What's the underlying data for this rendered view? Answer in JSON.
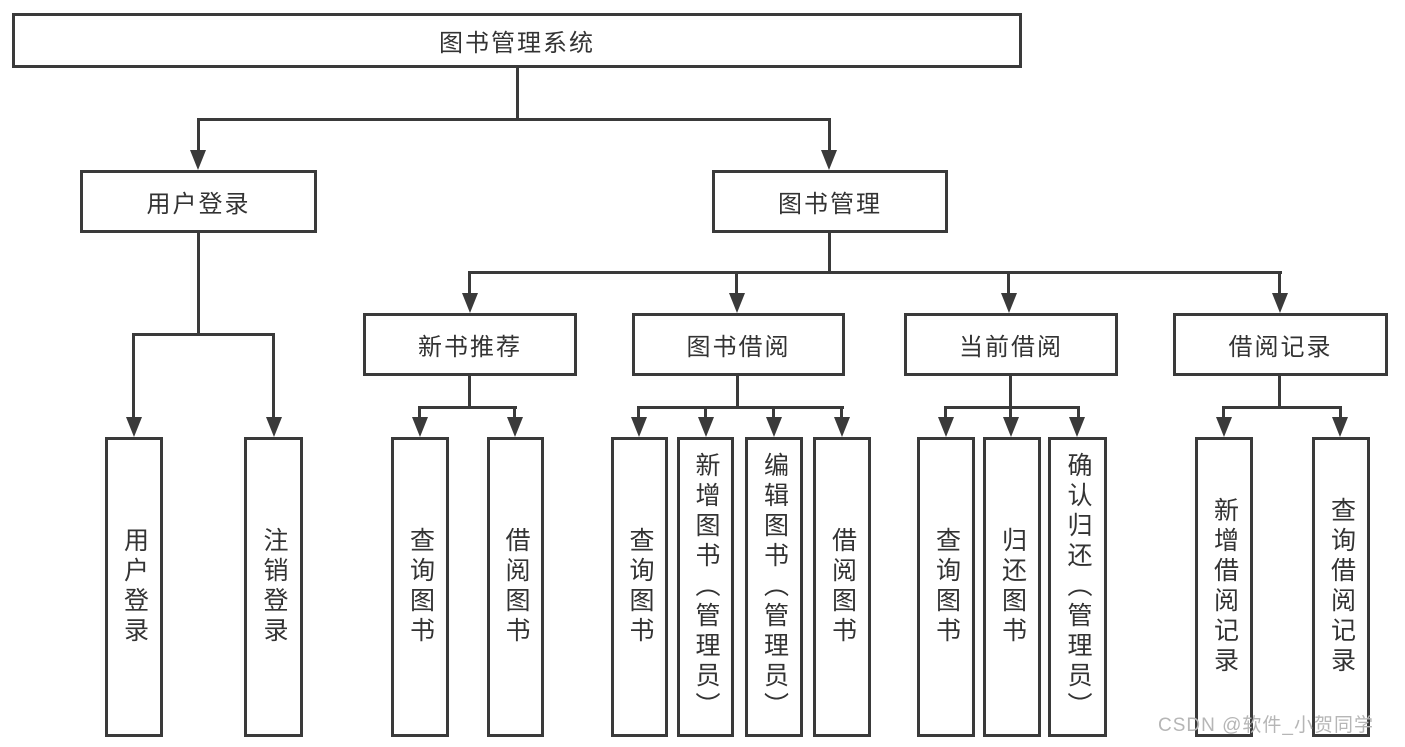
{
  "title": "图书管理系统",
  "tree": {
    "label": "图书管理系统",
    "children": [
      {
        "label": "用户登录",
        "children": [
          {
            "label": "用户登录"
          },
          {
            "label": "注销登录"
          }
        ]
      },
      {
        "label": "图书管理",
        "children": [
          {
            "label": "新书推荐",
            "children": [
              {
                "label": "查询图书"
              },
              {
                "label": "借阅图书"
              }
            ]
          },
          {
            "label": "图书借阅",
            "children": [
              {
                "label": "查询图书"
              },
              {
                "label": "新增图书（管理员）"
              },
              {
                "label": "编辑图书（管理员）"
              },
              {
                "label": "借阅图书"
              }
            ]
          },
          {
            "label": "当前借阅",
            "children": [
              {
                "label": "查询图书"
              },
              {
                "label": "归还图书"
              },
              {
                "label": "确认归还（管理员）"
              }
            ]
          },
          {
            "label": "借阅记录",
            "children": [
              {
                "label": "新增借阅记录"
              },
              {
                "label": "查询借阅记录"
              }
            ]
          }
        ]
      }
    ]
  },
  "watermark": {
    "text": "CSDN @软件_小贺同学",
    "color": "#b6b6b6"
  },
  "colors": {
    "line": "#3a3a3a",
    "text": "#333333",
    "box_fill": "#ffffff",
    "background": "#ffffff"
  }
}
